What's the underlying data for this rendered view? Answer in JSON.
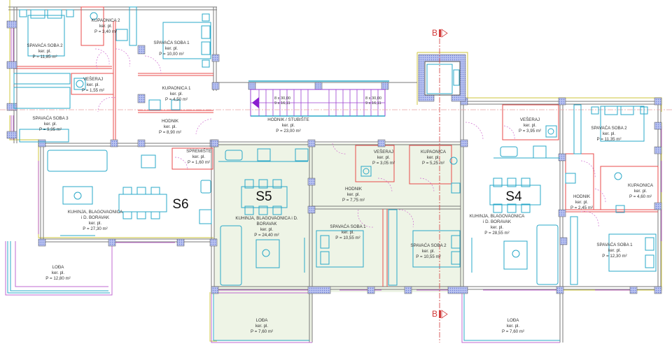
{
  "plan": {
    "colors": {
      "wall": "#8a8a8a",
      "column_fill": "#9aa8e8",
      "partition": "#e84b4b",
      "furniture": "#2aa8c8",
      "window": "#c068d0",
      "s5_fill": "#eef4e6",
      "facade": "#d8d060",
      "section_line": "#d23b3b"
    },
    "section_marker": {
      "top": "B",
      "bottom": "B"
    },
    "units": [
      {
        "id": "S6",
        "label": "S6"
      },
      {
        "id": "S5",
        "label": "S5"
      },
      {
        "id": "S4",
        "label": "S4"
      }
    ],
    "stair": {
      "left_line1": "8 x 30,00",
      "left_line2": "9 x 16,11",
      "right_line1": "8 x 30,00",
      "right_line2": "9 x 16,11"
    },
    "rooms": {
      "s6_bed2": {
        "name": "SPAVAĆA SOBA 2",
        "floor": "ker. pl.",
        "area": "P = 11,85 m²"
      },
      "s6_bath2": {
        "name": "KUPAONICA 2",
        "floor": "ker. pl.",
        "area": "P = 3,40 m²"
      },
      "s6_bed1": {
        "name": "SPAVAĆA SOBA 1",
        "floor": "ker. pl.",
        "area": "P = 10,00 m²"
      },
      "s6_laundry": {
        "name": "VEŠERAJ",
        "floor": "ker. pl.",
        "area": "P = 1,55 m²"
      },
      "s6_bath1": {
        "name": "KUPAONICA 1",
        "floor": "ker. pl.",
        "area": "P = 4,50 m²"
      },
      "s6_bed3": {
        "name": "SPAVAĆA SOBA 3",
        "floor": "ker. pl.",
        "area": "P = 9,95 m²"
      },
      "s6_hall": {
        "name": "HODNIK",
        "floor": "ker. pl.",
        "area": "P = 8,90 m²"
      },
      "s6_storage": {
        "name": "SPREMIŠTE",
        "floor": "ker. pl.",
        "area": "P = 1,60 m²"
      },
      "s6_living": {
        "name": "KUHINJA, BLAGOVAONICA",
        "name2": "i D. BORAVAK",
        "floor": "ker. pl.",
        "area": "P = 27,30 m²"
      },
      "s6_loggia": {
        "name": "LOĐA",
        "floor": "ker. pl.",
        "area": "P = 12,80 m²"
      },
      "stair_hall": {
        "name": "HODNIK / STUBIŠTE",
        "floor": "ker. pl.",
        "area": "P = 23,00 m²"
      },
      "s5_living": {
        "name": "KUHINJA, BLAGOVAONICA i D.",
        "name2": "BORAVAK",
        "floor": "ker. pl.",
        "area": "P = 24,40 m²"
      },
      "s5_laundry": {
        "name": "VEŠERAJ",
        "floor": "ker. pl.",
        "area": "P = 3,05 m²"
      },
      "s5_bath": {
        "name": "KUPAONICA",
        "floor": "ker. pl.",
        "area": "P = 5,25 m²"
      },
      "s5_hall": {
        "name": "HODNIK",
        "floor": "ker. pl.",
        "area": "P = 7,75 m²"
      },
      "s5_bed1": {
        "name": "SPAVAĆA SOBA 1",
        "floor": "ker. pl.",
        "area": "P = 10,55 m²"
      },
      "s5_bed2": {
        "name": "SPAVAĆA SOBA 2",
        "floor": "ker. pl.",
        "area": "P = 10,55 m²"
      },
      "s5_loggia": {
        "name": "LOĐA",
        "floor": "ker. pl.",
        "area": "P = 7,60 m²"
      },
      "s4_laundry": {
        "name": "VEŠERAJ",
        "floor": "ker. pl.",
        "area": "P = 3,95 m²"
      },
      "s4_bed2": {
        "name": "SPAVAĆA SOBA 2",
        "floor": "ker. pl.",
        "area": "P = 11,35 m²"
      },
      "s4_hall": {
        "name": "HODNIK",
        "floor": "ker. pl.",
        "area": "P = 2,45 m²"
      },
      "s4_bath": {
        "name": "KUPAONICA",
        "floor": "ker. pl.",
        "area": "P = 4,60 m²"
      },
      "s4_living": {
        "name": "KUHINJA, BLAGOVAONICA",
        "name2": "i D. BORAVAK",
        "floor": "ker. pl.",
        "area": "P = 28,55 m²"
      },
      "s4_bed1": {
        "name": "SPAVAĆA SOBA 1",
        "floor": "ker. pl.",
        "area": "P = 12,30 m²"
      },
      "s4_loggia": {
        "name": "LOĐA",
        "floor": "ker. pl.",
        "area": "P = 7,60 m²"
      }
    }
  }
}
